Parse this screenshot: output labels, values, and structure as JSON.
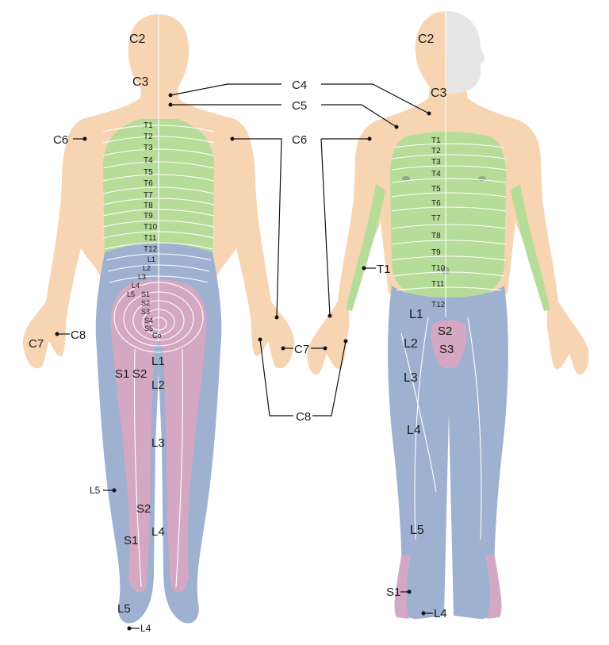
{
  "colors": {
    "cervical": "#f7d5b3",
    "thoracic": "#b6dc9a",
    "lumbar": "#9fb1d0",
    "sacral": "#d4a8c2",
    "head_shade": "#e6e6e6"
  },
  "callouts": {
    "c4": "C4",
    "c5": "C5",
    "c6": "C6",
    "c6_left": "C6",
    "c7": "C7",
    "c7_left": "C7",
    "c8": "C8",
    "c8_left": "C8",
    "t1": "T1",
    "l5_left": "L5",
    "l4_left": "L4",
    "s1_right": "S1",
    "l4_right": "L4"
  },
  "back_view": {
    "c2": "C2",
    "c3": "C3",
    "thoracic": [
      "T1",
      "T2",
      "T3",
      "T4",
      "T5",
      "T6",
      "T7",
      "T8",
      "T9",
      "T10",
      "T11",
      "T12"
    ],
    "lumbar": [
      "L1",
      "L2",
      "L3",
      "L4",
      "L5"
    ],
    "sacral": [
      "S1",
      "S2",
      "S3",
      "S4",
      "S5",
      "Co"
    ],
    "leg_labels": {
      "s1_upper": "S1",
      "s2_upper": "S2",
      "l1": "L1",
      "l2": "L2",
      "l3": "L3",
      "s2_lower": "S2",
      "s1_lower": "S1",
      "l4": "L4",
      "l5_foot": "L5"
    }
  },
  "front_view": {
    "c2": "C2",
    "c3": "C3",
    "thoracic": [
      "T1",
      "T2",
      "T3",
      "T4",
      "T5",
      "T6",
      "T7",
      "T8",
      "T9",
      "T10",
      "T11",
      "T12"
    ],
    "l1": "L1",
    "l2": "L2",
    "l3": "L3",
    "l4": "L4",
    "l5": "L5",
    "s2": "S2",
    "s3": "S3"
  }
}
